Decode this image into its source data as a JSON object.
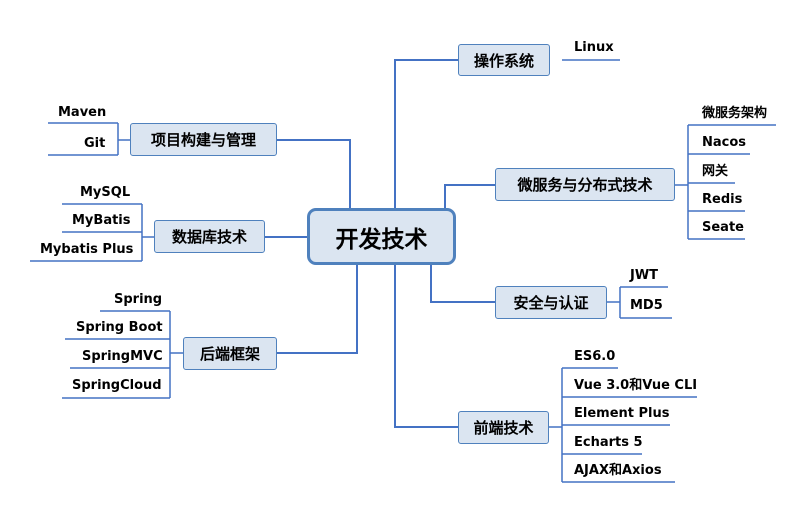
{
  "root": {
    "label": "开发技术"
  },
  "branches": {
    "os": {
      "label": "操作系统",
      "items": [
        "Linux"
      ]
    },
    "build": {
      "label": "项目构建与管理",
      "items": [
        "Maven",
        "Git"
      ]
    },
    "micro": {
      "label": "微服务与分布式技术",
      "items": [
        "微服务架构",
        "Nacos",
        "网关",
        "Redis",
        "Seate"
      ]
    },
    "db": {
      "label": "数据库技术",
      "items": [
        "MySQL",
        "MyBatis",
        "Mybatis Plus"
      ]
    },
    "security": {
      "label": "安全与认证",
      "items": [
        "JWT",
        "MD5"
      ]
    },
    "backend": {
      "label": "后端框架",
      "items": [
        "Spring",
        "Spring Boot",
        "SpringMVC",
        "SpringCloud"
      ]
    },
    "frontend": {
      "label": "前端技术",
      "items": [
        "ES6.0",
        "Vue 3.0和Vue CLI",
        "Element Plus",
        "Echarts 5",
        "AJAX和Axios"
      ]
    }
  },
  "colors": {
    "line": "#4472c4",
    "box_fill": "#dbe5f1",
    "box_border": "#4f81bd"
  }
}
